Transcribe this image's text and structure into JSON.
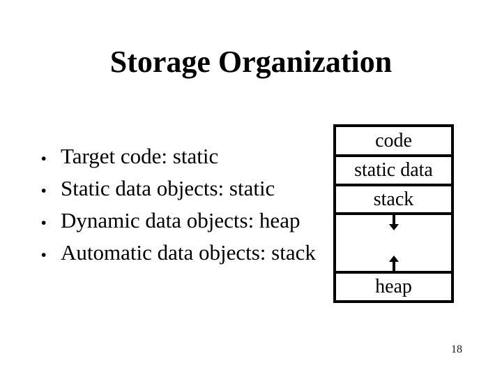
{
  "slide": {
    "title": "Storage Organization",
    "page_number": "18",
    "bullets": [
      {
        "marker": "•",
        "text": "Target code: static"
      },
      {
        "marker": "•",
        "text": "Static data objects: static"
      },
      {
        "marker": "•",
        "text": "Dynamic data objects: heap"
      },
      {
        "marker": "•",
        "text": "Automatic data objects: stack"
      }
    ]
  },
  "diagram": {
    "rows": [
      {
        "label": "code"
      },
      {
        "label": "static data"
      },
      {
        "label": "stack"
      },
      {
        "label": "heap"
      }
    ],
    "arrows": [
      {
        "icon": "arrow-down-icon",
        "direction": "down"
      },
      {
        "icon": "arrow-up-icon",
        "direction": "up"
      }
    ]
  },
  "colors": {
    "background": "#ffffff",
    "text": "#000000",
    "border": "#000000"
  }
}
